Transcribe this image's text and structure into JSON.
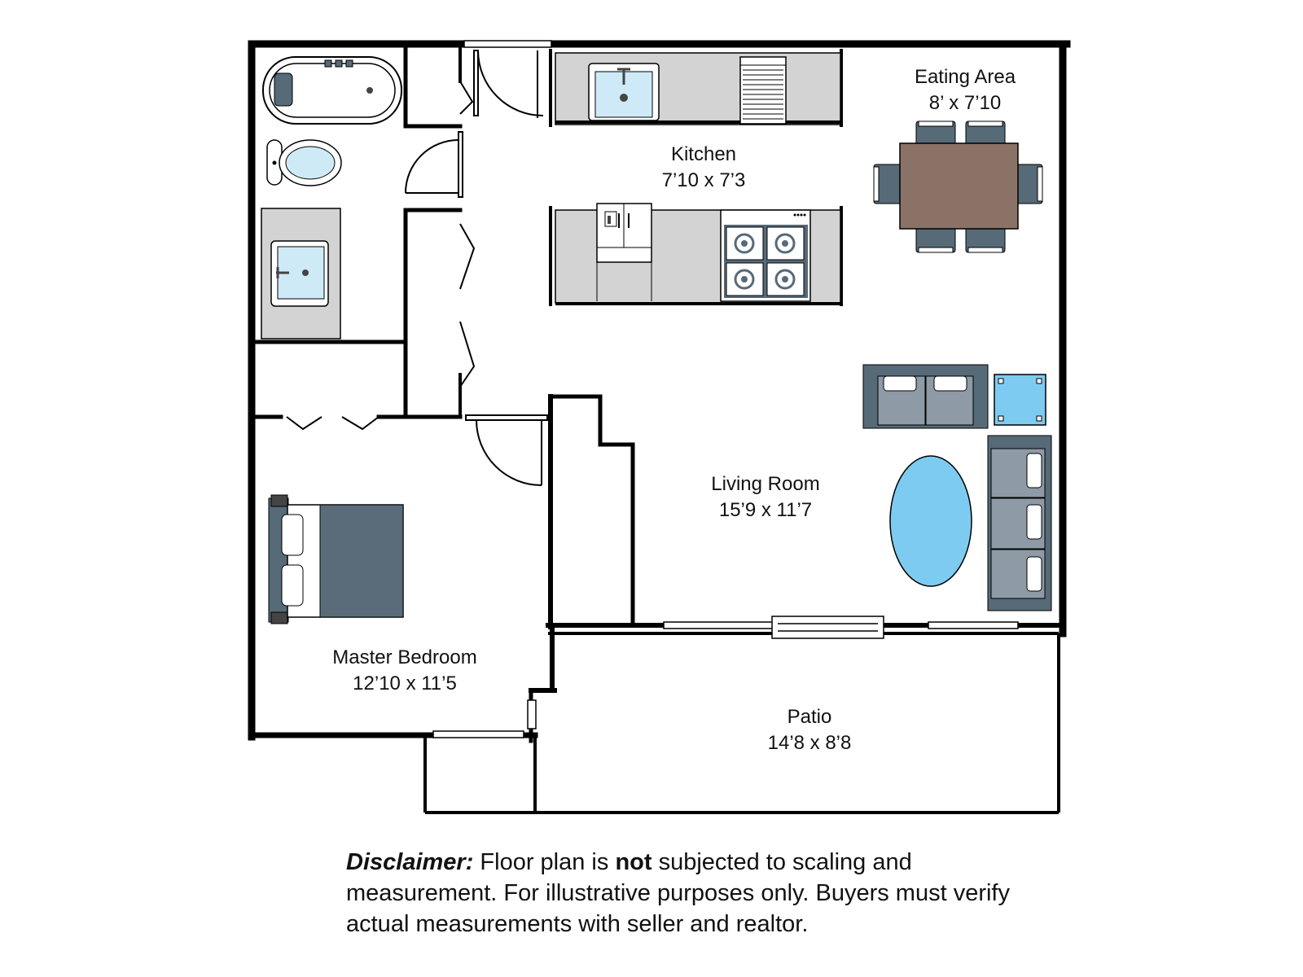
{
  "rooms": {
    "eating": {
      "name": "Eating Area",
      "size": "8’ x 7’10"
    },
    "kitchen": {
      "name": "Kitchen",
      "size": "7’10 x 7’3"
    },
    "living": {
      "name": "Living Room",
      "size": "15’9 x 11’7"
    },
    "bedroom": {
      "name": "Master Bedroom",
      "size": "12’10 x 11’5"
    },
    "patio": {
      "name": "Patio",
      "size": "14’8 x 8’8"
    }
  },
  "disclaimer": {
    "lead": "Disclaimer:",
    "part1": "Floor plan is ",
    "emphasis": "not",
    "part2": " subjected to scaling and measurement.  For illustrative purposes only.  Buyers must verify actual measurements with seller and realtor."
  },
  "colors": {
    "wall": "#000000",
    "counter": "#d3d3d3",
    "sink_water": "#cfeaf7",
    "table": "#8b7267",
    "chair": "#566a78",
    "sofa": "#8e9aa5",
    "rug": "#7ecbf2",
    "bed": "#5a6c79"
  }
}
